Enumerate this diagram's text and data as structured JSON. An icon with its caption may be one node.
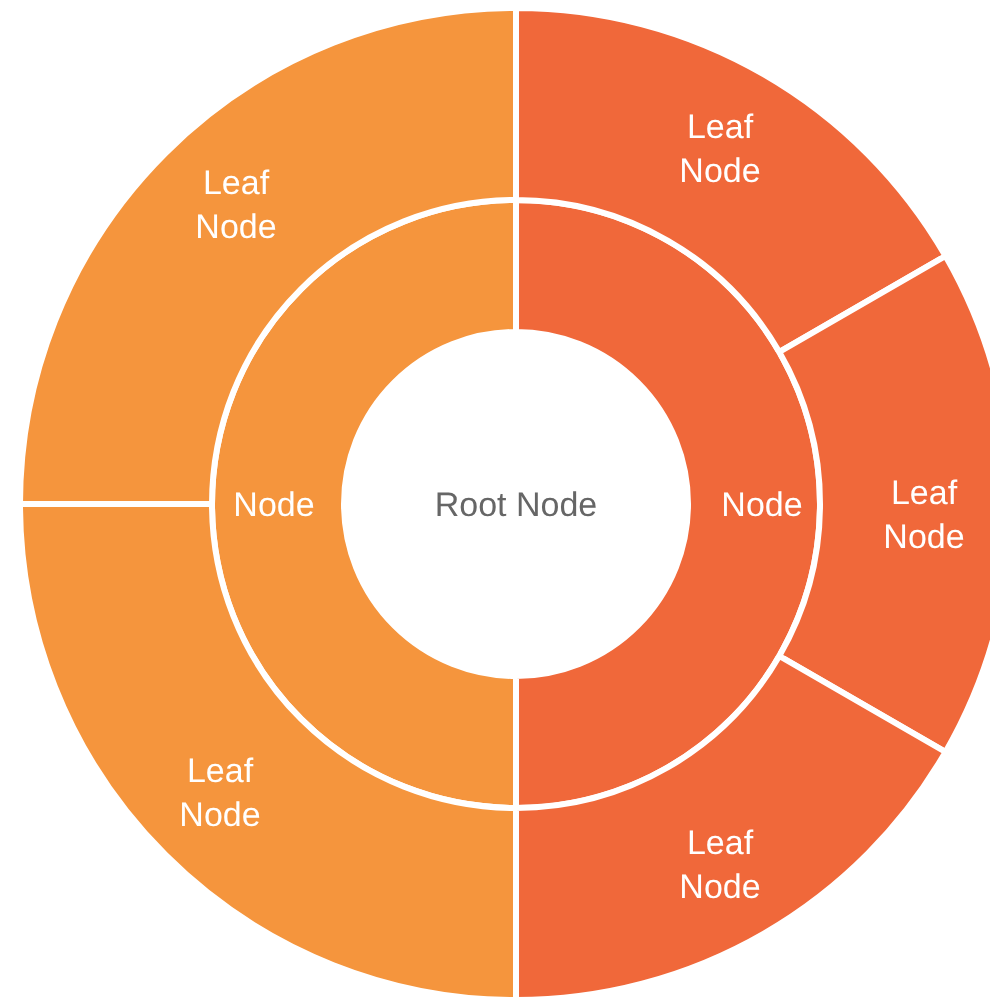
{
  "diagram": {
    "nodes": [
      {
        "text": [
          "Root Node"
        ]
      },
      {
        "text": [
          "Node"
        ]
      },
      {
        "text": [
          "Node"
        ]
      },
      {
        "text": [
          "Leaf Node"
        ]
      },
      {
        "text": [
          "Leaf Node"
        ]
      },
      {
        "text": [
          "Leaf Node"
        ]
      },
      {
        "text": [
          "Leaf Node"
        ]
      },
      {
        "text": [
          "Leaf Node"
        ]
      }
    ]
  }
}
